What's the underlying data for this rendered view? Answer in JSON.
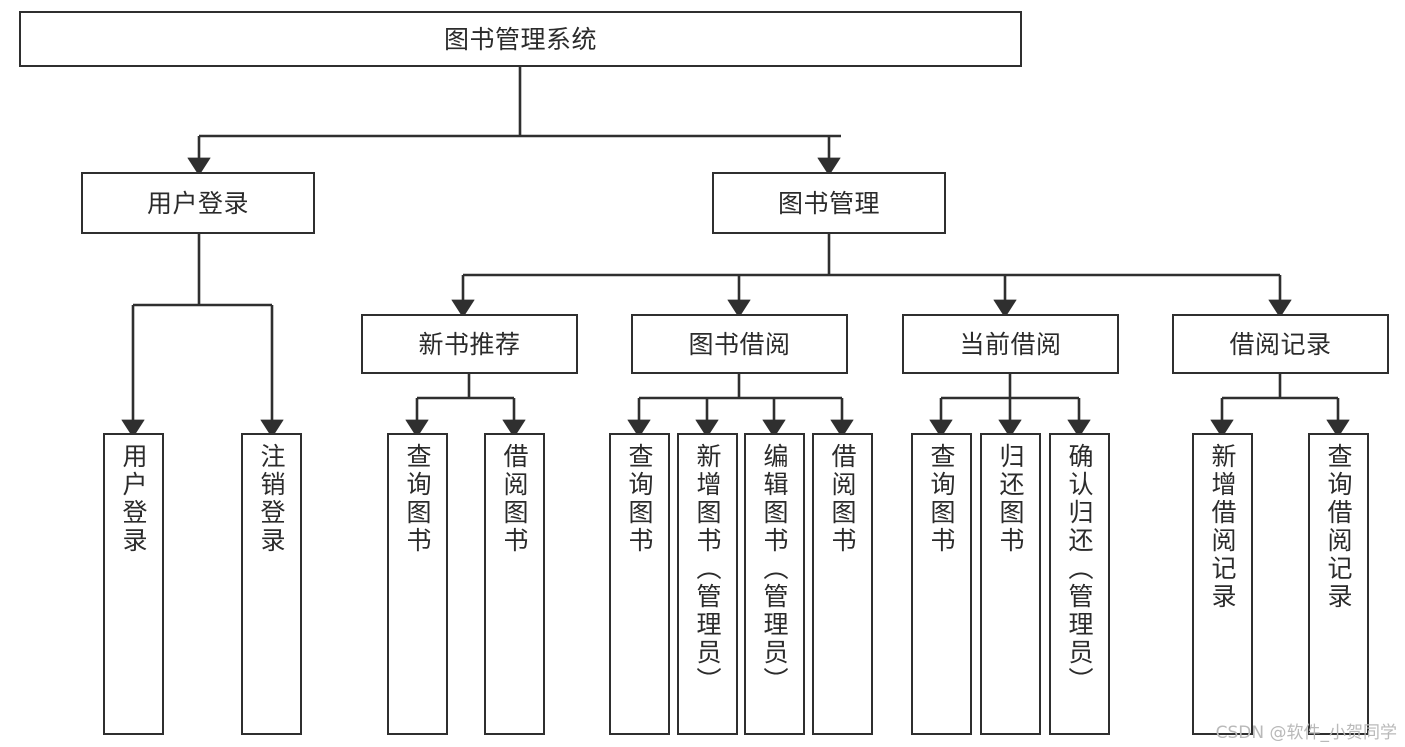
{
  "diagram": {
    "title": "图书管理系统",
    "type": "tree",
    "orientation": "top-down",
    "colors": {
      "box_border": "#2f2f2f",
      "box_fill": "#ffffff",
      "edge": "#2f2f2f",
      "text": "#2b2b2b",
      "watermark": "#b9b9b9",
      "background": "#ffffff"
    },
    "root": {
      "label": "图书管理系统"
    },
    "level2": [
      {
        "label": "用户登录"
      },
      {
        "label": "图书管理"
      }
    ],
    "level3": [
      {
        "label": "新书推荐"
      },
      {
        "label": "图书借阅"
      },
      {
        "label": "当前借阅"
      },
      {
        "label": "借阅记录"
      }
    ],
    "leaves": {
      "user_login": [
        {
          "label": "用户登录"
        },
        {
          "label": "注销登录"
        }
      ],
      "new_book_recommend": [
        {
          "label": "查询图书"
        },
        {
          "label": "借阅图书"
        }
      ],
      "book_borrow": [
        {
          "label": "查询图书"
        },
        {
          "label": "新增图书（管理员）"
        },
        {
          "label": "编辑图书（管理员）"
        },
        {
          "label": "借阅图书"
        }
      ],
      "current_borrow": [
        {
          "label": "查询图书"
        },
        {
          "label": "归还图书"
        },
        {
          "label": "确认归还（管理员）"
        }
      ],
      "borrow_record": [
        {
          "label": "新增借阅记录"
        },
        {
          "label": "查询借阅记录"
        }
      ]
    },
    "watermark": "CSDN @软件_小贺同学"
  }
}
